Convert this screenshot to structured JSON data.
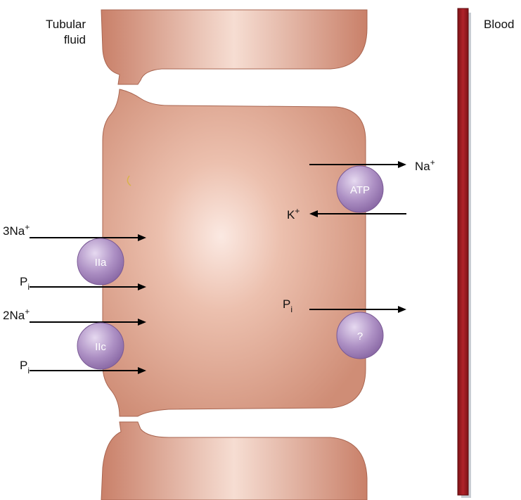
{
  "labels": {
    "tubular_fluid_line1": "Tubular",
    "tubular_fluid_line2": "fluid",
    "blood": "Blood"
  },
  "transporters": {
    "iia": "IIa",
    "iic": "IIc",
    "atp": "ATP",
    "unknown": "?"
  },
  "ions": {
    "apical_3na": {
      "base": "3Na",
      "sup": "+"
    },
    "apical_pi_1": {
      "base": "P",
      "sub": "i"
    },
    "apical_2na": {
      "base": "2Na",
      "sup": "+"
    },
    "apical_pi_2": {
      "base": "P",
      "sub": "i"
    },
    "basolateral_na": {
      "base": "Na",
      "sup": "+"
    },
    "basolateral_k": {
      "base": "K",
      "sup": "+"
    },
    "basolateral_pi": {
      "base": "P",
      "sub": "i"
    }
  },
  "colors": {
    "cell": "#cf8d76",
    "cell_highlight": "#fbe9e2",
    "cell_edge": "#a96550",
    "blood_vessel": "#9b1b21",
    "transporter": "#a889bf",
    "transporter_highlight": "#e3d6ee",
    "arrow": "#000000"
  }
}
